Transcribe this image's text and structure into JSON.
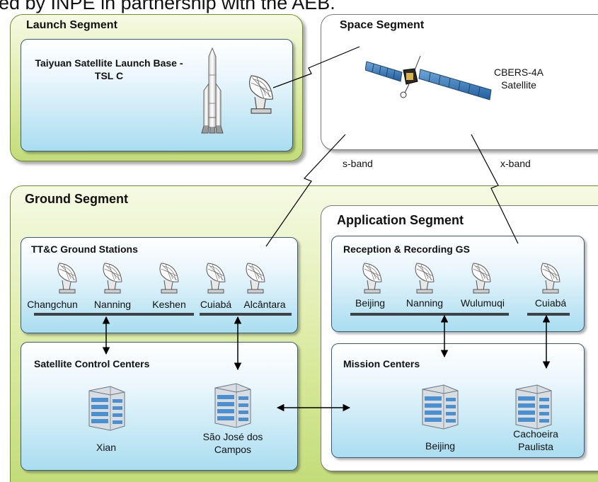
{
  "caption": "ed by INPE in partnership with the AEB.",
  "launch": {
    "title": "Launch Segment",
    "panel_title": "Taiyuan Satellite Launch Base - TSL C"
  },
  "space": {
    "title": "Space Segment",
    "satellite_label": "CBERS-4A\nSatellite"
  },
  "links": {
    "s_band": "s-band",
    "x_band": "x-band"
  },
  "ground": {
    "title": "Ground Segment",
    "ttc": {
      "title": "TT&C Ground Stations",
      "stations": [
        "Changchun",
        "Nanning",
        "Keshen",
        "Cuiabá",
        "Alcântara"
      ]
    },
    "control": {
      "title": "Satellite Control Centers",
      "centers": [
        "Xian",
        "São José dos Campos"
      ]
    }
  },
  "application": {
    "title": "Application Segment",
    "reception": {
      "title": "Reception & Recording GS",
      "stations": [
        "Beijing",
        "Nanning",
        "Wulumuqi",
        "Cuiabá"
      ]
    },
    "mission": {
      "title": "Mission Centers",
      "centers": [
        "Beijing",
        "Cachoeira Paulista"
      ]
    }
  },
  "colors": {
    "segment_green": "#c3dc7a",
    "panel_blue": "#a9ddf0",
    "ground_bar": "#3d4346"
  }
}
